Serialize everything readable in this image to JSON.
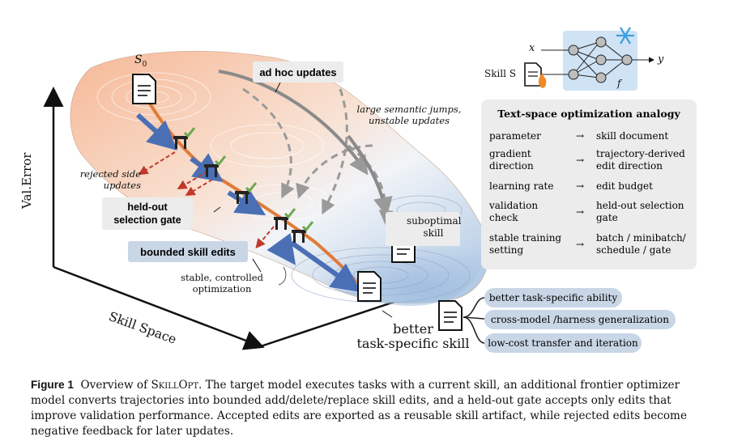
{
  "figure": {
    "y_axis_label": "Val.Error",
    "x_axis_label": "Skill Space",
    "s0_label": "S",
    "s0_sub": "0",
    "ad_hoc_label": "ad hoc updates",
    "large_jumps_label": "large semantic jumps, unstable updates",
    "rejected_label": "rejected side updates",
    "gate_label_line1": "held-out",
    "gate_label_line2": "selection gate",
    "bounded_label": "bounded skill edits",
    "stable_label_line1": "stable, controlled",
    "stable_label_line2": "optimization",
    "suboptimal_label_line1": "suboptimal",
    "suboptimal_label_line2": "skill",
    "better_label_line1": "better",
    "better_label_line2": "task-specific skill"
  },
  "network": {
    "x_label": "x",
    "y_label": "y",
    "f_label": "f",
    "skill_label": "Skill S",
    "frozen_icon": "snowflake-icon",
    "trainable_icon": "fire-icon"
  },
  "analogy": {
    "title": "Text-space optimization analogy",
    "arrow": "→",
    "rows": [
      {
        "left": "parameter",
        "right": "skill document"
      },
      {
        "left": "gradient direction",
        "right": "trajectory-derived edit direction"
      },
      {
        "left": "learning rate",
        "right": "edit budget"
      },
      {
        "left": "validation check",
        "right": "held-out selection gate"
      },
      {
        "left": "stable training setting",
        "right": "batch / minibatch/ schedule / gate"
      }
    ]
  },
  "benefits": [
    "better task-specific ability",
    "cross-model /harness generalization",
    "low-cost transfer and iteration"
  ],
  "caption": {
    "figure_label": "Figure 1",
    "text_before": "Overview of ",
    "method_name": "SkillOpt",
    "text_after": ". The target model executes tasks with a current skill, an additional frontier optimizer model converts trajectories into bounded add/delete/replace skill edits, and a held-out gate accepts only edits that improve validation performance. Accepted edits are exported as a reusable skill artifact, while rejected edits become negative feedback for later updates."
  },
  "colors": {
    "surface_warm": "#f2b08e",
    "surface_cool": "#b9cfe6",
    "accepted_arrow": "#4a6fb5",
    "rejected_arrow": "#c0392b",
    "gate_check": "#6aa84f",
    "path_orange": "#e07b39",
    "network_panel": "#cfe3f5"
  }
}
